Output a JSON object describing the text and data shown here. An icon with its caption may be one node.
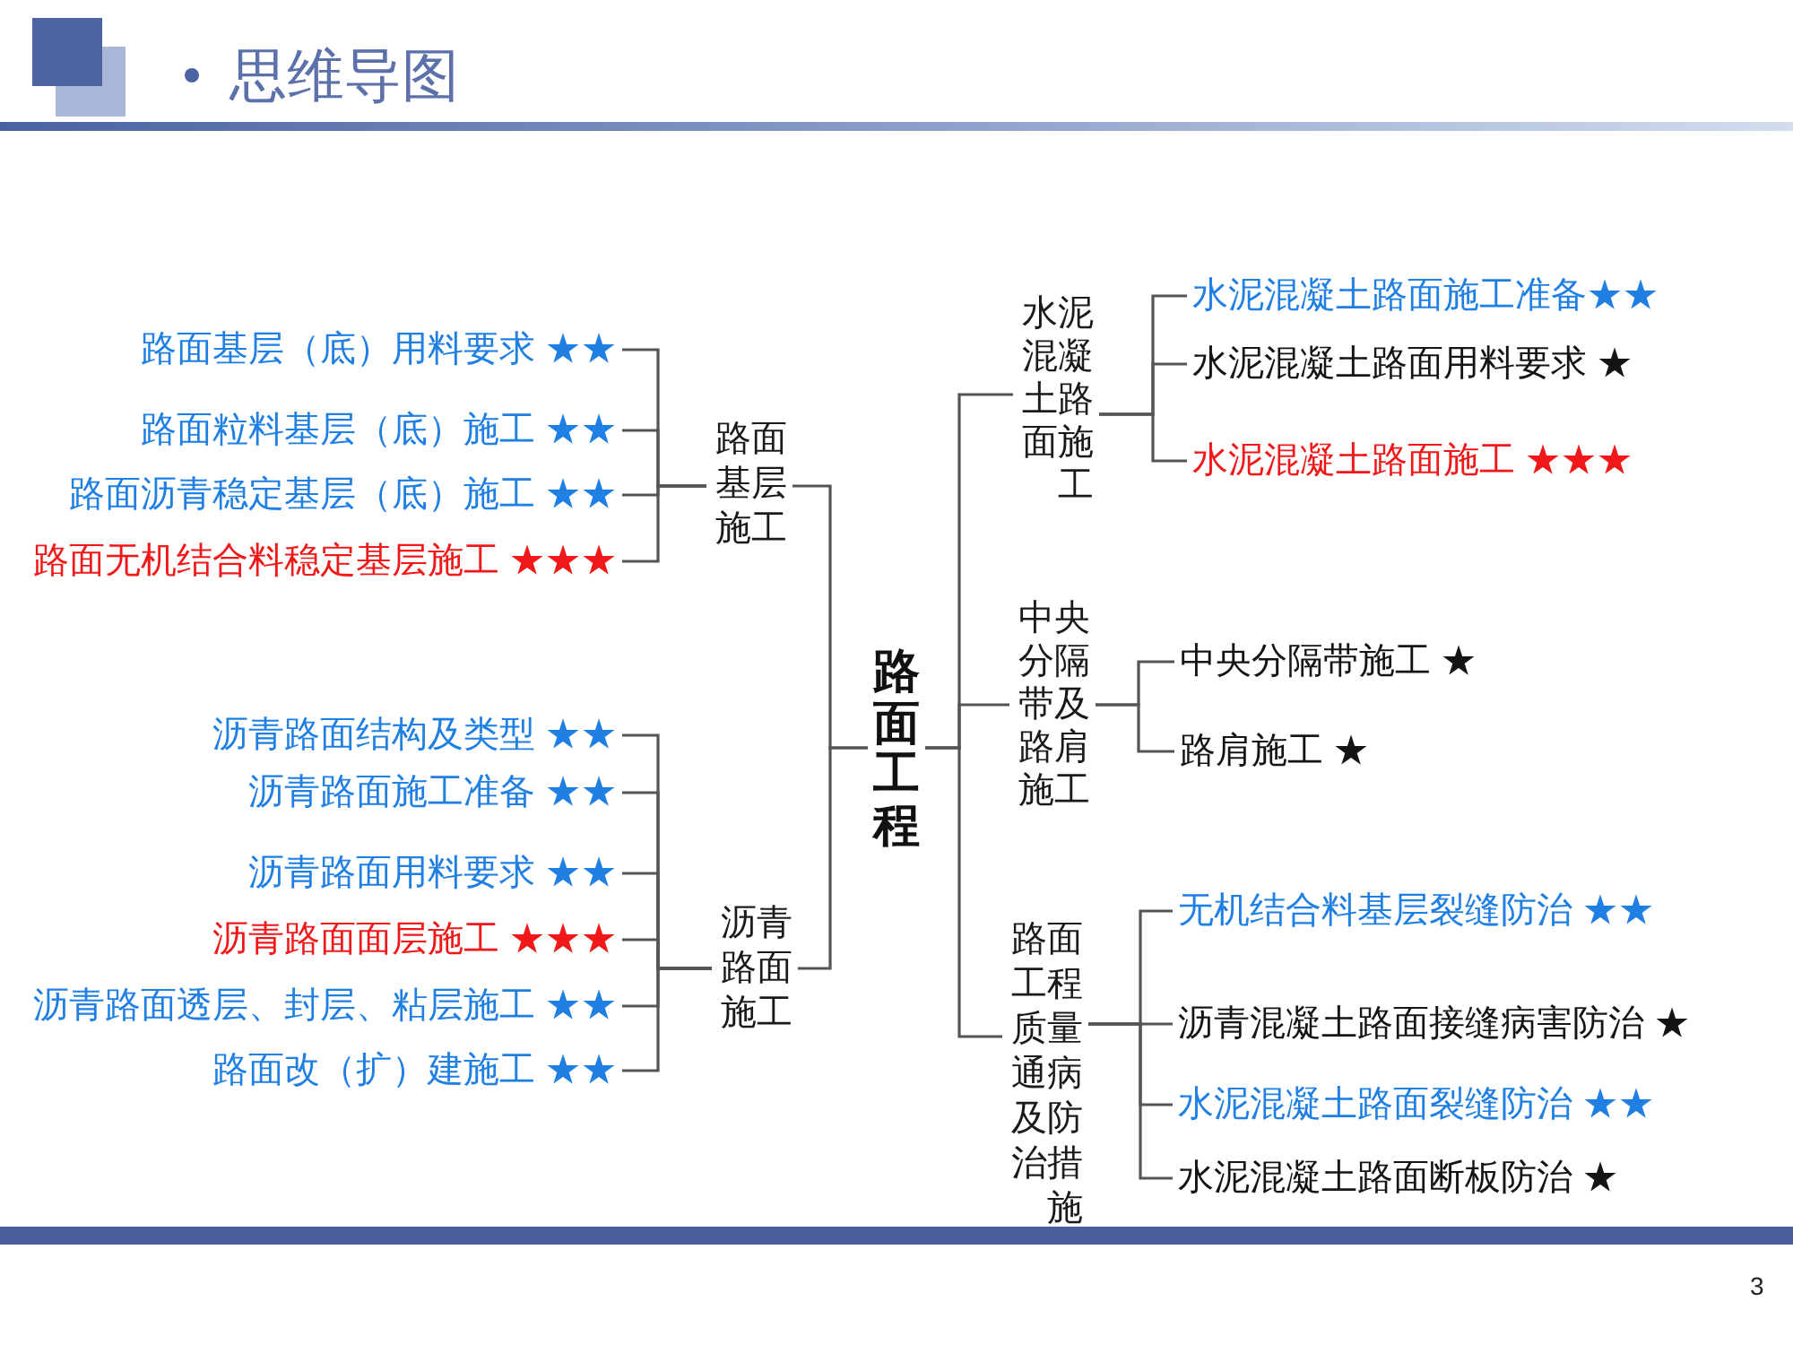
{
  "diagram": {
    "title": "思维导图",
    "nodes": [
      {
        "text": [
          "路面工程"
        ]
      },
      {
        "text": [
          "路面基层施工"
        ]
      },
      {
        "text": [
          "路面基层（底）用料要求 ★★"
        ]
      },
      {
        "text": [
          "路面粒料基层（底）施工 ★★"
        ]
      },
      {
        "text": [
          "路面沥青稳定基层（底）施工 ★★"
        ]
      },
      {
        "text": [
          "路面无机结合料稳定基层施工 ★★★"
        ]
      },
      {
        "text": [
          "沥青路面施工"
        ]
      },
      {
        "text": [
          "沥青路面结构及类型 ★★"
        ]
      },
      {
        "text": [
          "沥青路面施工准备 ★★"
        ]
      },
      {
        "text": [
          "沥青路面用料要求 ★★"
        ]
      },
      {
        "text": [
          "沥青路面面层施工 ★★★"
        ]
      },
      {
        "text": [
          "沥青路面透层、封层、粘层施工 ★★"
        ]
      },
      {
        "text": [
          "路面改（扩）建施工 ★★"
        ]
      },
      {
        "text": [
          "水泥混凝土路面施工"
        ]
      },
      {
        "text": [
          "水泥混凝土路面施工准备★★"
        ]
      },
      {
        "text": [
          "水泥混凝土路面用料要求 ★"
        ]
      },
      {
        "text": [
          "水泥混凝土路面施工 ★★★"
        ]
      },
      {
        "text": [
          "中央分隔带及路肩施工"
        ]
      },
      {
        "text": [
          "中央分隔带施工 ★"
        ]
      },
      {
        "text": [
          "路肩施工 ★"
        ]
      },
      {
        "text": [
          "路面工程质量通病及防治措施"
        ]
      },
      {
        "text": [
          "无机结合料基层裂缝防治 ★★"
        ]
      },
      {
        "text": [
          "沥青混凝土路面接缝病害防治 ★"
        ]
      },
      {
        "text": [
          "水泥混凝土路面裂缝防治 ★★"
        ]
      },
      {
        "text": [
          "水泥混凝土路面断板防治 ★"
        ]
      }
    ],
    "edges": [
      {
        "from": 0,
        "to": 1,
        "arrow": "none"
      },
      {
        "from": 0,
        "to": 6,
        "arrow": "none"
      },
      {
        "from": 0,
        "to": 13,
        "arrow": "none"
      },
      {
        "from": 0,
        "to": 17,
        "arrow": "none"
      },
      {
        "from": 0,
        "to": 20,
        "arrow": "none"
      },
      {
        "from": 1,
        "to": 2,
        "arrow": "none"
      },
      {
        "from": 1,
        "to": 3,
        "arrow": "none"
      },
      {
        "from": 1,
        "to": 4,
        "arrow": "none"
      },
      {
        "from": 1,
        "to": 5,
        "arrow": "none"
      },
      {
        "from": 6,
        "to": 7,
        "arrow": "none"
      },
      {
        "from": 6,
        "to": 8,
        "arrow": "none"
      },
      {
        "from": 6,
        "to": 9,
        "arrow": "none"
      },
      {
        "from": 6,
        "to": 10,
        "arrow": "none"
      },
      {
        "from": 6,
        "to": 11,
        "arrow": "none"
      },
      {
        "from": 6,
        "to": 12,
        "arrow": "none"
      },
      {
        "from": 13,
        "to": 14,
        "arrow": "none"
      },
      {
        "from": 13,
        "to": 15,
        "arrow": "none"
      },
      {
        "from": 13,
        "to": 16,
        "arrow": "none"
      },
      {
        "from": 17,
        "to": 18,
        "arrow": "none"
      },
      {
        "from": 17,
        "to": 19,
        "arrow": "none"
      },
      {
        "from": 20,
        "to": 21,
        "arrow": "none"
      },
      {
        "from": 20,
        "to": 22,
        "arrow": "none"
      },
      {
        "from": 20,
        "to": 23,
        "arrow": "none"
      },
      {
        "from": 20,
        "to": 24,
        "arrow": "none"
      }
    ],
    "labels": [
      "3"
    ]
  }
}
